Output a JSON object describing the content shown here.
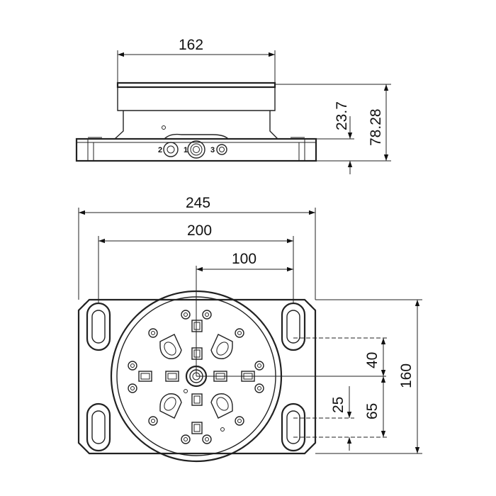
{
  "dimensions": {
    "top_width": "162",
    "side_height_small": "23.7",
    "side_height_total": "78.28",
    "plate_width": "245",
    "slot_spacing": "200",
    "center_offset": "100",
    "offset_40": "40",
    "height_160": "160",
    "offset_25": "25",
    "offset_65": "65"
  },
  "ports": {
    "port_1": "1",
    "port_2": "2",
    "port_3": "3"
  },
  "colors": {
    "line": "#222222",
    "background": "#ffffff"
  }
}
